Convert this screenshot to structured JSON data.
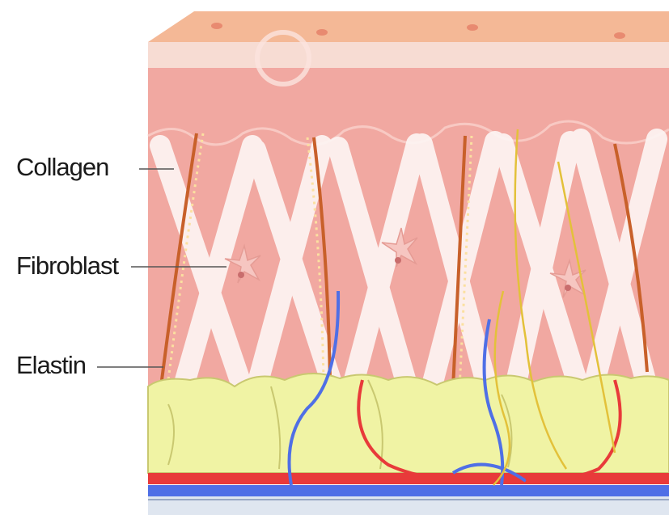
{
  "diagram": {
    "labels": {
      "collagen": "Collagen",
      "fibroblast": "Fibroblast",
      "elastin": "Elastin"
    },
    "colors": {
      "epidermis_top": "#f4b896",
      "epidermis_band": "#f7dcd3",
      "dermis": "#f1a8a1",
      "collagen_fiber": "#fdf5f3",
      "elastin_fiber": "#c8602a",
      "fat_tissue": "#f0f3a4",
      "artery": "#e83a3a",
      "vein": "#4f6fe6",
      "nerve": "#e3c13a"
    }
  }
}
